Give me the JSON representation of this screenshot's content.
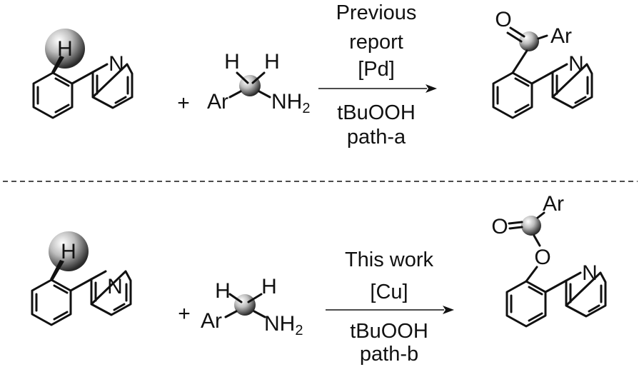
{
  "colors": {
    "ink": "#111111",
    "background": "#ffffff",
    "atom_highlight": "#bdbdbd"
  },
  "top": {
    "reactant_h": "H",
    "reactant_n": "N",
    "plus": "+",
    "amine_h1": "H",
    "amine_h2": "H",
    "amine_ar": "Ar",
    "amine_nh": "NH",
    "amine_sub": "2",
    "above_arrow": [
      "Previous",
      "report",
      "[Pd]"
    ],
    "below_arrow": [
      "tBuOOH",
      "path-a"
    ],
    "product_o": "O",
    "product_ar": "Ar",
    "product_n": "N"
  },
  "bottom": {
    "reactant_h": "H",
    "reactant_n": "N",
    "plus": "+",
    "amine_h1": "H",
    "amine_h2": "H",
    "amine_ar": "Ar",
    "amine_nh": "NH",
    "amine_sub": "2",
    "above_arrow": [
      "This work",
      "[Cu]"
    ],
    "below_arrow": [
      "tBuOOH",
      "path-b"
    ],
    "product_o_carbonyl": "O",
    "product_o_ester": "O",
    "product_ar": "Ar",
    "product_n": "N"
  }
}
